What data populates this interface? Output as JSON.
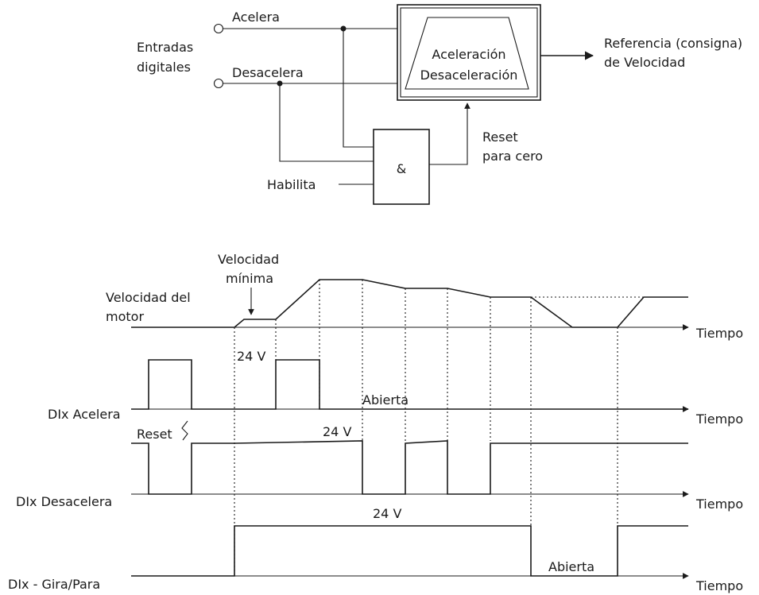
{
  "block": {
    "inputs_title_1": "Entradas",
    "inputs_title_2": "digitales",
    "input_accel": "Acelera",
    "input_decel": "Desacelera",
    "enable": "Habilita",
    "ramp_line1": "Aceleración",
    "ramp_line2": "Desaceleración",
    "and_symbol": "&",
    "reset_1": "Reset",
    "reset_2": "para cero",
    "output_1": "Referencia (consigna)",
    "output_2": "de Velocidad"
  },
  "timing": {
    "speed_label_1": "Velocidad del",
    "speed_label_2": "motor",
    "min_speed_1": "Velocidad",
    "min_speed_2": "mínima",
    "time_1": "Tiempo",
    "time_2": "Tiempo",
    "time_3": "Tiempo",
    "time_4": "Tiempo",
    "v24_accel": "24 V",
    "open_accel": "Abierta",
    "accel_label": "DIx Acelera",
    "reset_label": "Reset",
    "v24_decel": "24 V",
    "decel_label": "DIx Desacelera",
    "v24_run": "24 V",
    "open_run": "Abierta",
    "run_label": "DIx  - Gira/Para"
  }
}
